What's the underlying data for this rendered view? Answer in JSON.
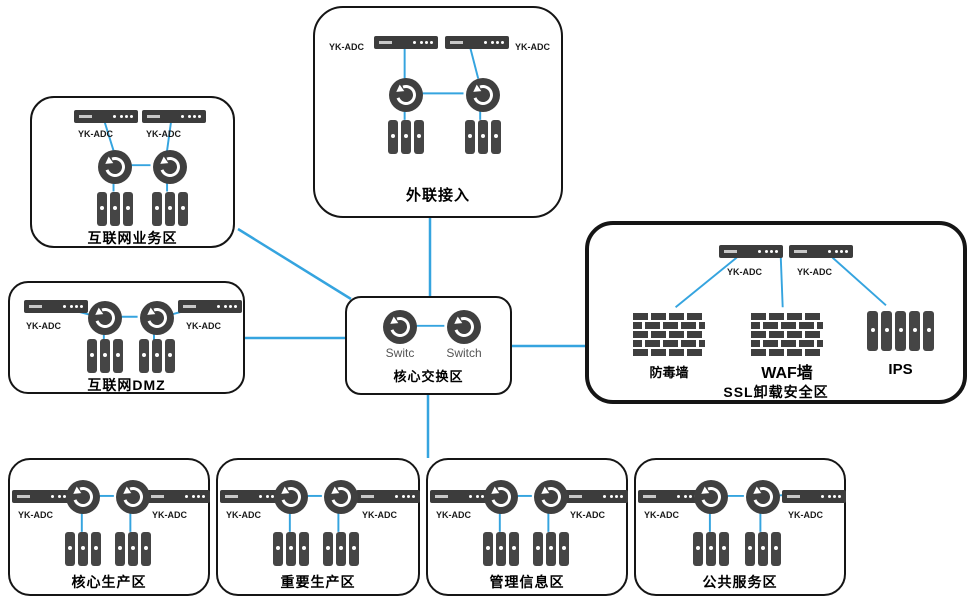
{
  "labels": {
    "yk_adc": "YK-ADC"
  },
  "zones": {
    "external_access": {
      "label": "外联接入"
    },
    "internet_business": {
      "label": "互联网业务区"
    },
    "internet_dmz": {
      "label": "互联网DMZ"
    },
    "core_switch": {
      "label": "核心交换区",
      "switch_left_label": "Switc",
      "switch_right_label": "Switch"
    },
    "ssl_offload": {
      "label": "SSL卸载安全区",
      "antivirus_wall_label": "防毒墙",
      "waf_wall_label": "WAF墙",
      "ips_label": "IPS"
    },
    "core_production": {
      "label": "核心生产区"
    },
    "important_production": {
      "label": "重要生产区"
    },
    "management_info": {
      "label": "管理信息区"
    },
    "public_service": {
      "label": "公共服务区"
    }
  },
  "colors": {
    "connector_line": "#35a4df",
    "icon_gray": "#3f3f3f",
    "zone_border": "#151515",
    "background": "#ffffff"
  }
}
